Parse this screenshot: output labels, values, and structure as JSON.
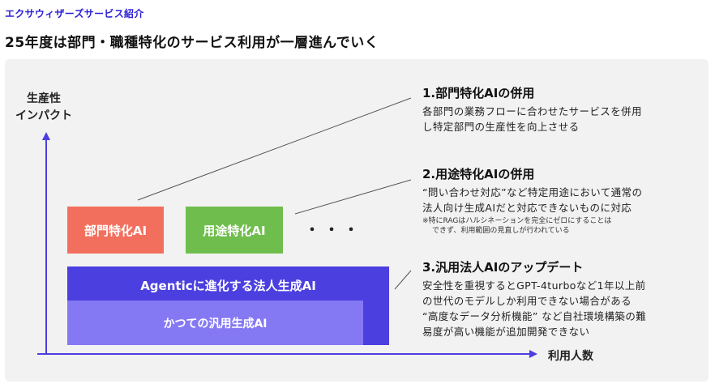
{
  "header": {
    "section_label": "エクサウィザーズサービス紹介",
    "title": "25年度は部門・職種特化のサービス利用が一層進んでいく"
  },
  "axes": {
    "y_label_line1": "生産性",
    "y_label_line2": "インパクト",
    "x_label": "利用人数"
  },
  "boxes": {
    "dept": "部門特化AI",
    "use": "用途特化AI",
    "ellipsis": "・・・",
    "agentic": "Agenticに進化する法人生成AI",
    "former": "かつての汎用生成AI"
  },
  "features": [
    {
      "title": "1.部門特化AIの併用",
      "desc_lines": [
        "各部門の業務フローに合わせたサービスを併用",
        "し特定部門の生産性を向上させる"
      ]
    },
    {
      "title": "2.用途特化AIの併用",
      "desc_lines": [
        "“問い合わせ対応”など特定用途において通常の",
        "法人向け生成AIだと対応できないものに対応"
      ],
      "note_lines": [
        "※特にRAGはハルシネーションを完全にゼロにすることは",
        "できず、利用範囲の見直しが行われている"
      ]
    },
    {
      "title": "3.汎用法人AIのアップデート",
      "desc_lines": [
        "安全性を重視するとGPT-4turboなど1年以上前",
        "の世代のモデルしか利用できない場合がある",
        "“高度なデータ分析機能” など自社環境構築の難",
        "易度が高い機能が追加開発できない"
      ]
    }
  ],
  "colors": {
    "accent": "#2b1fd6",
    "axis": "#4b3fe0",
    "dept": "#f36f5d",
    "use": "#6fbe4d",
    "agentic": "#4b3fe0",
    "former": "#8578f3",
    "panel": "#f2f2f2",
    "connector": "#555555"
  }
}
